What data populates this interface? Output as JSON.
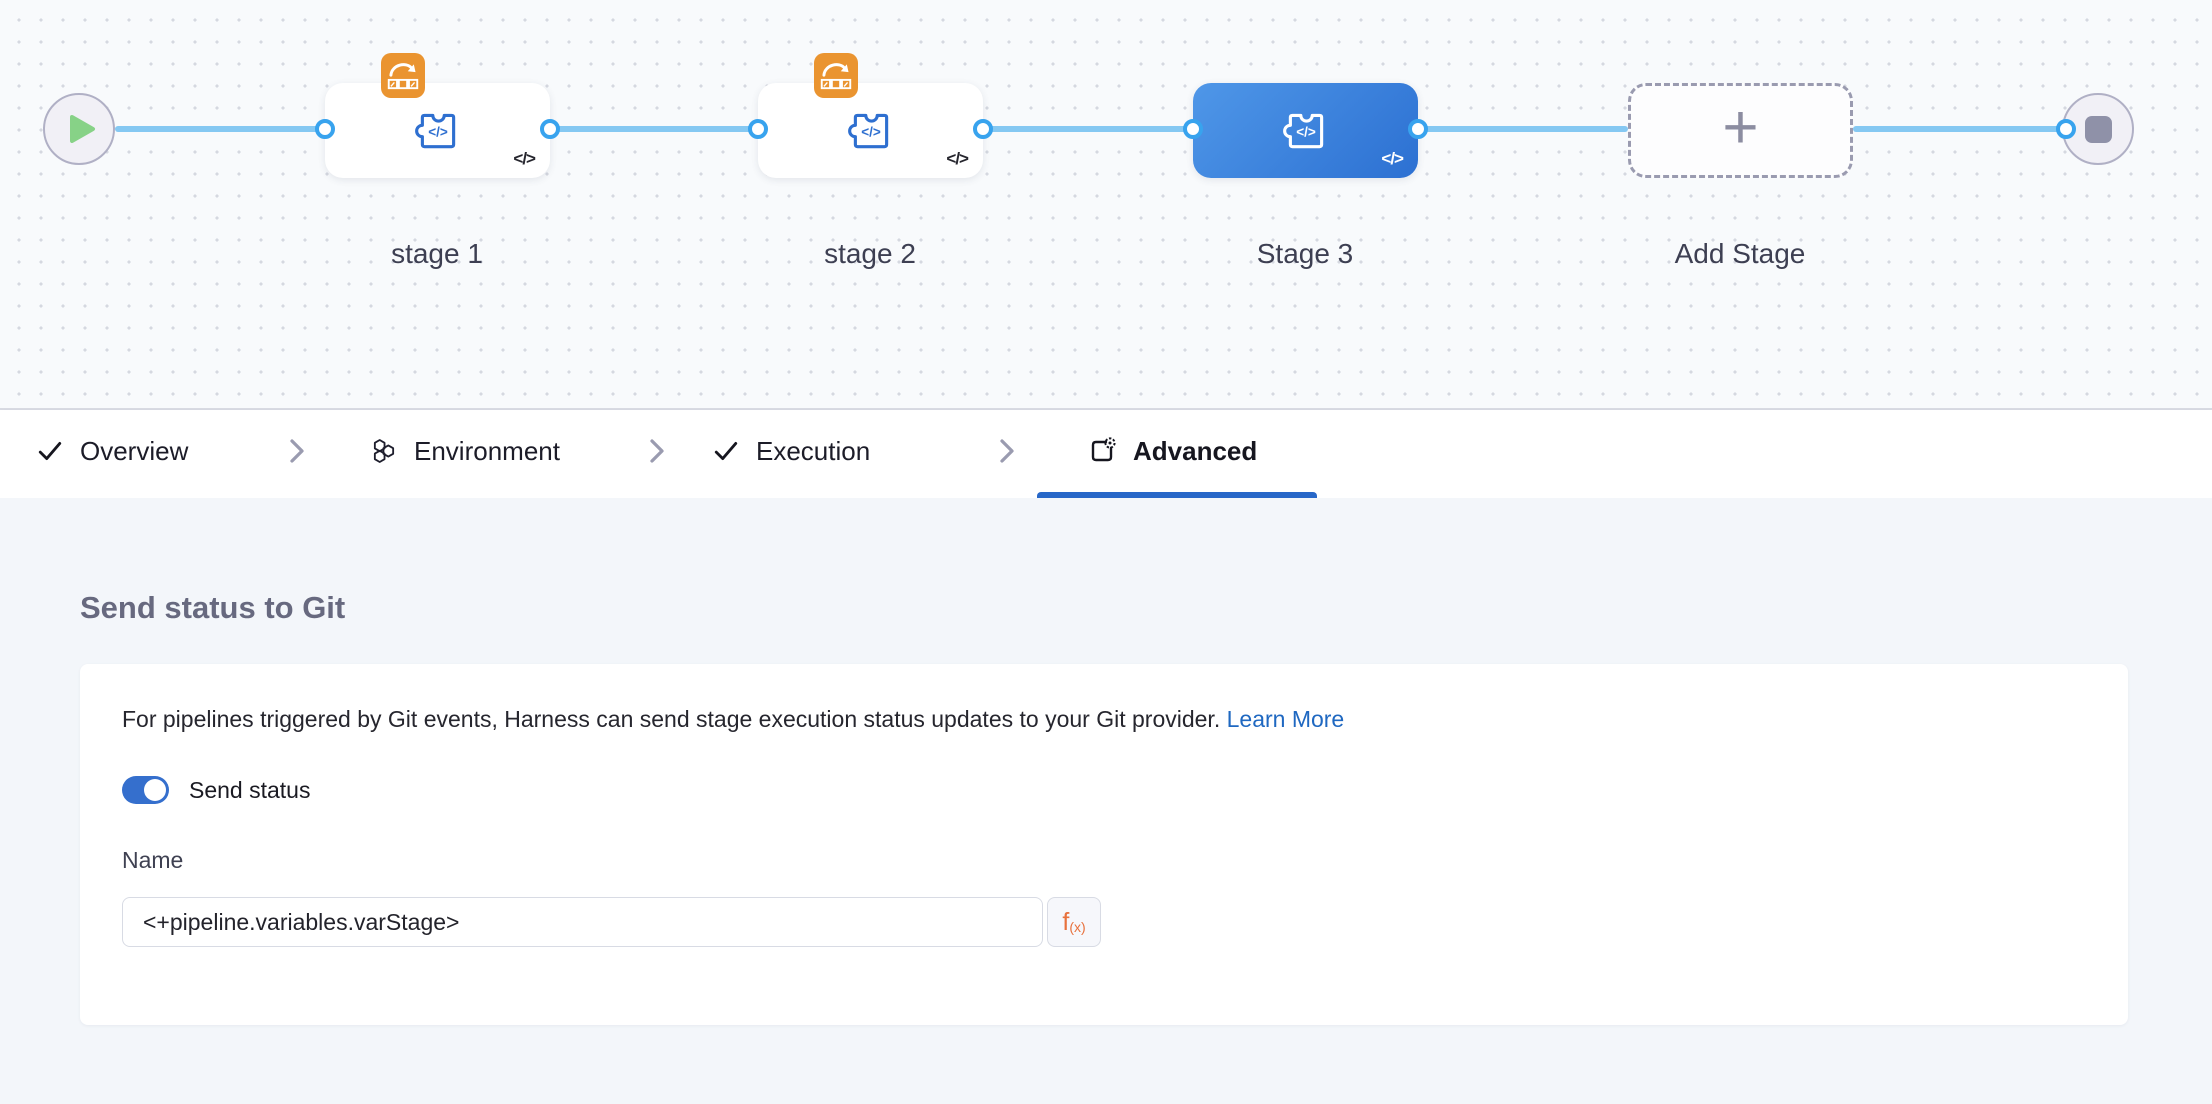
{
  "colors": {
    "accent_blue": "#2767c8",
    "selected_stage_blue": "#3b82df",
    "connector_blue": "#85c8f2",
    "port_ring_blue": "#38a3ee",
    "badge_orange": "#ea9430",
    "toggle_blue": "#356fcd",
    "fx_orange": "#e8713c",
    "link_blue": "#1f68c1",
    "play_green": "#87d287"
  },
  "canvas": {
    "code_glyph": "</>",
    "add_stage_plus": "+",
    "stages": [
      {
        "label": "stage 1",
        "type": "custom",
        "selected": false,
        "has_badge": true
      },
      {
        "label": "stage 2",
        "type": "custom",
        "selected": false,
        "has_badge": true
      },
      {
        "label": "Stage 3",
        "type": "custom",
        "selected": true,
        "has_badge": false
      },
      {
        "label": "Add Stage",
        "type": "add-stage"
      }
    ]
  },
  "tabbar": {
    "tabs": [
      {
        "label": "Overview",
        "icon": "check-icon",
        "state": "completed"
      },
      {
        "label": "Environment",
        "icon": "environment-icon",
        "state": "default"
      },
      {
        "label": "Execution",
        "icon": "check-icon",
        "state": "completed"
      },
      {
        "label": "Advanced",
        "icon": "advanced-icon",
        "state": "active"
      }
    ]
  },
  "panel": {
    "heading": "Send status to Git",
    "description": "For pipelines triggered by Git events, Harness can send stage execution status updates to your Git provider.",
    "learn_more_label": "Learn More",
    "toggle": {
      "label": "Send status",
      "on": true
    },
    "name_field": {
      "label": "Name",
      "value": "<+pipeline.variables.varStage>",
      "fx_f": "f",
      "fx_sub": "(x)"
    }
  }
}
